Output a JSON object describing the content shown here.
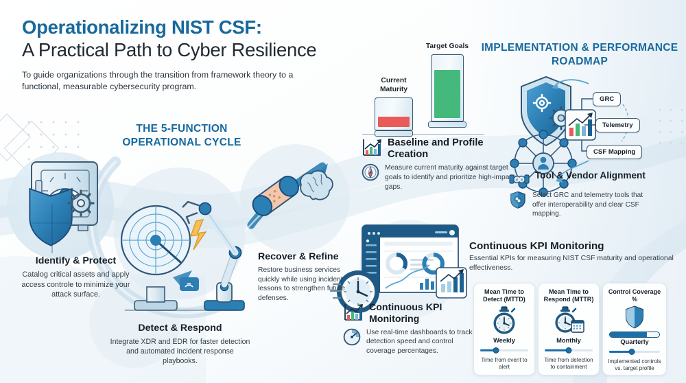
{
  "header": {
    "title_line1": "Operationalizing NIST CSF:",
    "title_line2": "A Practical Path to Cyber Resilience",
    "subtitle": "To guide organizations through the transition from framework theory to a functional, measurable cybersecurity program.",
    "title_color": "#17699c"
  },
  "sections": {
    "cycle_heading": "THE 5-FUNCTION OPERATIONAL CYCLE",
    "roadmap_heading": "IMPLEMENTATION & PERFORMANCE ROADMAP"
  },
  "cycle_blocks": [
    {
      "title": "Identify & Protect",
      "body": "Catalog critical assets and apply access controle to minimize your attack surface.",
      "icon": "safe-shield-gear-icon"
    },
    {
      "title": "Detect & Respond",
      "body": "Integrate XDR and EDR for faster detection and automated incident response playbooks.",
      "icon": "radar-robot-arm-icon"
    },
    {
      "title": "Recover & Refine",
      "body": "Restore business services quickly while using incident lessons to strengthen future defenses.",
      "icon": "bandage-brain-arrow-icon"
    }
  ],
  "baseline": {
    "title": "Baseline and Profile Creation",
    "body": "Measure current maturity against target goals to identify and prioritize high-impact gaps.",
    "title_icon": "bar-chart-growth-icon",
    "body_icon": "compass-icon"
  },
  "tool_vendor": {
    "title": "Tool & Vendor Alignment",
    "body": "Select GRC and telemetry tools that offer interoperability and clear CSF mapping.",
    "title_icon": "handshake-icon",
    "body_icon": "puzzle-shield-icon"
  },
  "kpi_left": {
    "title": "Continuous KPI Monitoring",
    "body": "Use real-time dashboards to track detection speed and control coverage percentages.",
    "title_icon": "bar-chart-growth-icon",
    "body_icon": "speedometer-icon"
  },
  "kpi_right": {
    "title": "Continuous KPI Monitoring",
    "body": "Essential KPIs for measuring NIST CSF maturity and operational effectiveness."
  },
  "roadmap_chips": [
    {
      "label": "GRC"
    },
    {
      "label": "Telemetry"
    },
    {
      "label": "CSF Mapping"
    }
  ],
  "kpi_cards": [
    {
      "title": "Mean Time to Detect (MTTD)",
      "icon": "stopwatch-icon",
      "cadence": "Weekly",
      "description": "Time from event to alert",
      "slider_percent": 33,
      "has_progress": false
    },
    {
      "title": "Mean Time to Respond (MTTR)",
      "icon": "stopwatch-calendar-icon",
      "cadence": "Monthly",
      "description": "Time from detection to containment",
      "slider_percent": 50,
      "has_progress": false
    },
    {
      "title": "Control Coverage %",
      "icon": "shield-icon",
      "cadence": "Quarterly",
      "description": "Implemented controls vs. target profile",
      "slider_percent": 45,
      "has_progress": true,
      "progress_percent": 75
    }
  ],
  "chart_data": {
    "type": "bar",
    "title": "Baseline and Profile Creation",
    "categories": [
      "Current Maturity",
      "Target Goals"
    ],
    "values": [
      25,
      78
    ],
    "ylim": [
      0,
      100
    ],
    "xlabel": "",
    "ylabel": "",
    "grid": false,
    "bar_colors": [
      "#ea5a5a",
      "#45b97c"
    ],
    "labels": {
      "current": "Current Maturity",
      "target": "Target Goals"
    }
  },
  "colors": {
    "brand_blue": "#17699c",
    "accent_blue": "#1b6fa8",
    "status_red": "#ea5a5a",
    "status_green": "#45b97c",
    "ink": "#16202a"
  }
}
